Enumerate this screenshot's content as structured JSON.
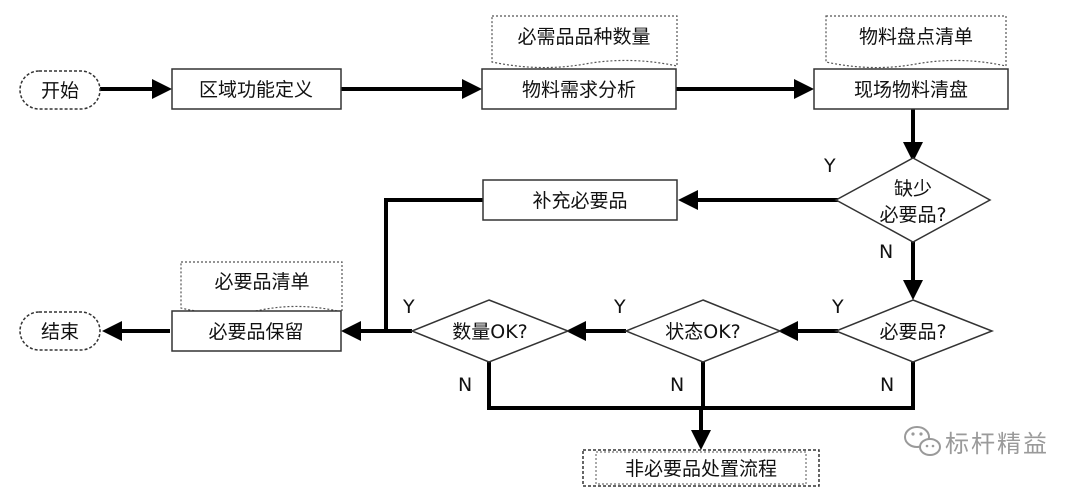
{
  "nodes": {
    "start": "开始",
    "define_area": "区域功能定义",
    "material_demand": "物料需求分析",
    "site_inventory": "现场物料清盘",
    "lack_necessary_1": "缺少",
    "lack_necessary_2": "必要品?",
    "replenish": "补充必要品",
    "is_necessary": "必要品?",
    "status_ok": "状态OK?",
    "quantity_ok": "数量OK?",
    "keep_necessary": "必要品保留",
    "end": "结束",
    "unnecessary_process": "非必要品处置流程"
  },
  "documents": {
    "required_items": "必需品品种数量",
    "inventory_list": "物料盘点清单",
    "necessary_list": "必要品清单"
  },
  "edge_labels": {
    "lack_yes": "Y",
    "lack_no": "N",
    "necessary_yes": "Y",
    "necessary_no": "N",
    "status_yes": "Y",
    "status_no": "N",
    "quantity_yes": "Y",
    "quantity_no": "N"
  },
  "watermark": {
    "text": "标杆精益",
    "icon": "wechat-icon"
  },
  "colors": {
    "line": "#000000",
    "border": "#333333",
    "watermark": "#9a9a9a"
  }
}
